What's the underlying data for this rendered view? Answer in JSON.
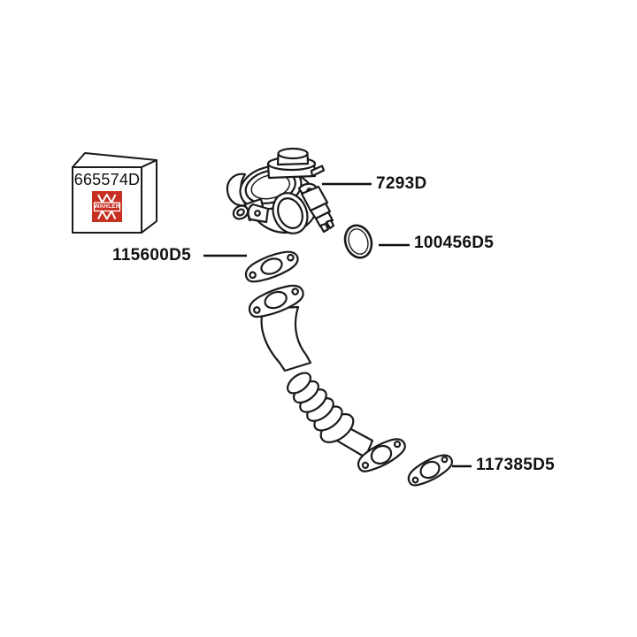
{
  "page": {
    "background_color": "#ffffff",
    "line_color": "#1a1a1a"
  },
  "diagram": {
    "type": "exploded-parts-diagram",
    "subject": "EGR valve with gaskets, seal ring and exhaust pipe",
    "brand_box": {
      "part_number": "665574D",
      "brand": "WAHLER",
      "logo_color": "#c62f21",
      "logo_text_color": "#ffffff"
    },
    "parts": [
      {
        "name": "egr-valve",
        "part_number": "7293D"
      },
      {
        "name": "seal-ring",
        "part_number": "100456D5"
      },
      {
        "name": "upper-flange-gasket",
        "part_number": "115600D5"
      },
      {
        "name": "lower-flange-gasket",
        "part_number": "117385D5"
      }
    ]
  }
}
